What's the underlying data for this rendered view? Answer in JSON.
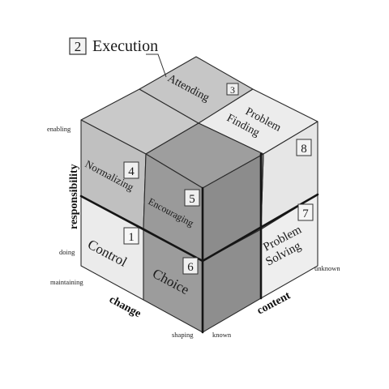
{
  "title": {
    "number": "2",
    "text": "Execution"
  },
  "cells": {
    "attending": {
      "name": "Attending",
      "number": "3"
    },
    "problem_finding": {
      "line1": "Problem",
      "line2": "Finding"
    },
    "normalizing": {
      "name": "Normalizing",
      "number": "4"
    },
    "encouraging": {
      "name": "Encouraging",
      "number": "5"
    },
    "control": {
      "name": "Control",
      "number": "1"
    },
    "choice": {
      "name": "Choice",
      "number": "6"
    },
    "problem_solving": {
      "line1": "Problem",
      "line2": "Solving",
      "number": "7"
    },
    "top_right_number": "8"
  },
  "axes": {
    "responsibility": {
      "label": "responsibility",
      "high": "enabling",
      "low": "doing"
    },
    "change": {
      "label": "change",
      "low": "maintaining",
      "high": "shaping"
    },
    "content": {
      "label": "content",
      "low": "known",
      "high": "unknown"
    }
  },
  "colors": {
    "light": "#e9e9e9",
    "mid": "#c4c4c4",
    "midLeft": "#bdbdbd",
    "dark": "#9a9a9a",
    "darker": "#8a8a8a"
  }
}
